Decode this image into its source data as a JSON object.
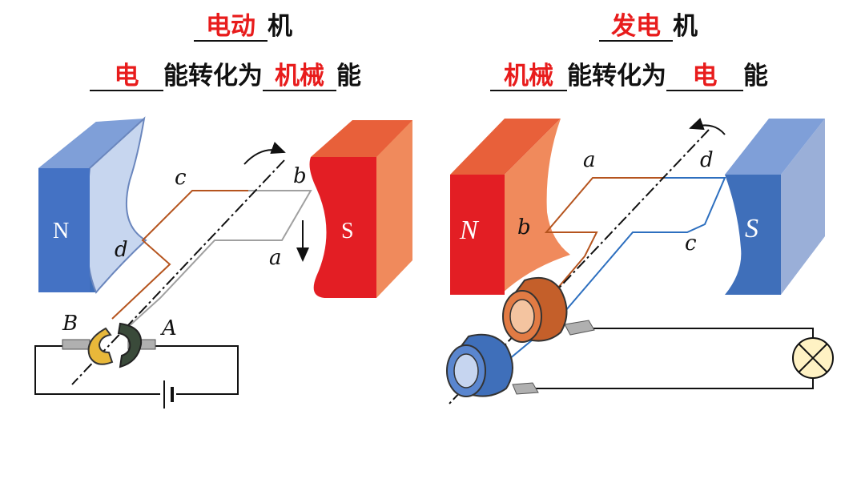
{
  "left": {
    "title": {
      "blank": "电动",
      "suffix": "机"
    },
    "conversion": {
      "blank1": "电",
      "mid": "能转化为",
      "blank2": "机械",
      "end": "能"
    },
    "labels": {
      "N": "N",
      "S": "S",
      "a": "a",
      "b": "b",
      "c": "c",
      "d": "d",
      "A": "A",
      "B": "B"
    }
  },
  "right": {
    "title": {
      "blank": "发电",
      "suffix": "机"
    },
    "conversion": {
      "blank1": "机械",
      "mid": "能转化为",
      "blank2": "电",
      "end": "能"
    },
    "labels": {
      "N": "N",
      "S": "S",
      "a": "a",
      "b": "b",
      "c": "c",
      "d": "d"
    }
  },
  "colors": {
    "answer_red": "#e81c1c",
    "magnet_red": "#e31e24",
    "magnet_blue": "#3f6fba",
    "coil_orange": "#b5541e",
    "coil_blue": "#2d6fbf"
  }
}
